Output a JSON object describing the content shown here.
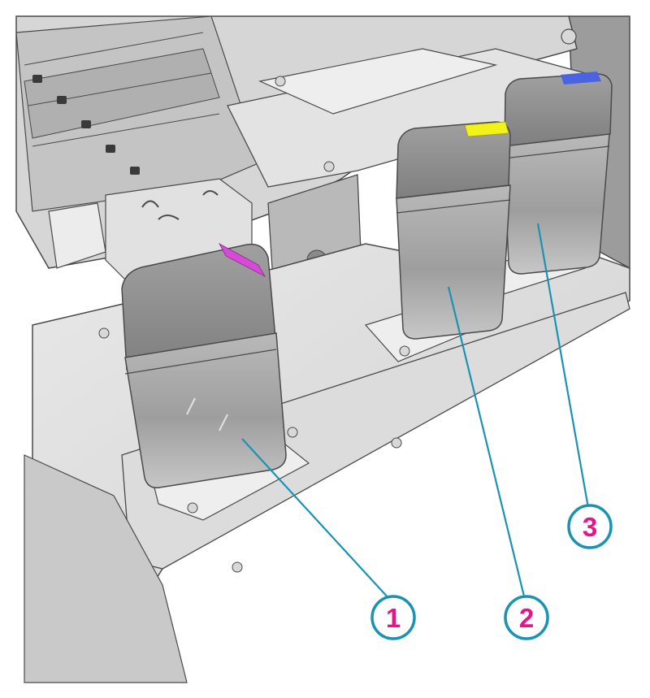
{
  "colors": {
    "background": "#ffffff",
    "chassis_light": "#e4e4e4",
    "chassis_mid": "#cfcfcf",
    "chassis_dark": "#a9a9a9",
    "outline": "#4a4a4a",
    "cartridge_top": "#8f8f8f",
    "cartridge_body": "#bdbdbd",
    "leader_line": "#1a93b3",
    "callout_ring": "#1a93b3",
    "callout_text": "#e6168a",
    "magenta": "#d64ad8",
    "yellow": "#f2f21a",
    "blue": "#4a63e0"
  },
  "callouts": [
    {
      "label": "1",
      "cartridge": "magenta"
    },
    {
      "label": "2",
      "cartridge": "yellow"
    },
    {
      "label": "3",
      "cartridge": "cyan"
    }
  ],
  "icons": [
    "ink-cartridge-icon",
    "screw-icon"
  ]
}
